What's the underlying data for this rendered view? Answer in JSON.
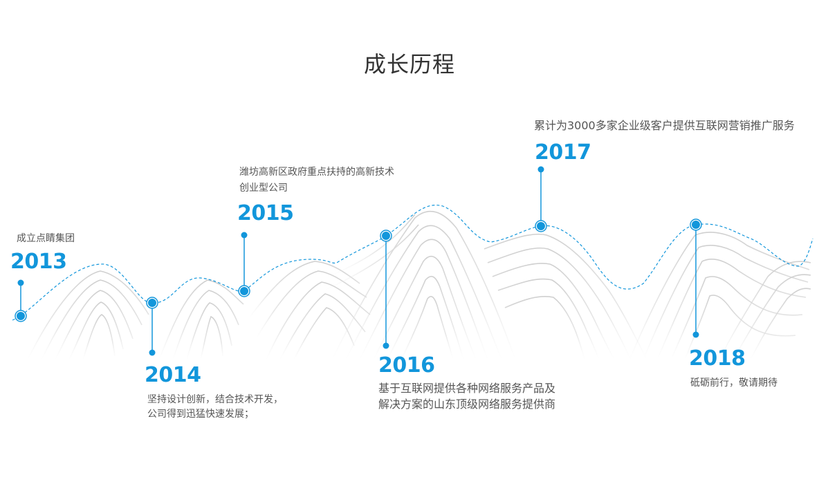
{
  "title": "成长历程",
  "accent_color": "#1296db",
  "milestones": [
    {
      "year": "2013",
      "desc_lines": [
        "成立点睛集团"
      ],
      "node": [
        30,
        457
      ],
      "pin": [
        30,
        409
      ]
    },
    {
      "year": "2014",
      "desc_lines": [
        "坚持设计创新，结合技术开发，",
        "公司得到迅猛快速发展；"
      ],
      "node": [
        220,
        438
      ],
      "pin": [
        220,
        510
      ]
    },
    {
      "year": "2015",
      "desc_lines": [
        "潍坊高新区政府重点扶持的高新技术",
        "创业型公司"
      ],
      "node": [
        353,
        421
      ],
      "pin": [
        353,
        340
      ]
    },
    {
      "year": "2016",
      "desc_lines": [
        "基于互联网提供各种网络服务产品及",
        "解决方案的山东顶级网络服务提供商"
      ],
      "node": [
        558,
        341
      ],
      "pin": [
        558,
        500
      ]
    },
    {
      "year": "2017",
      "desc_lines": [
        "累计为3000多家企业级客户提供互联网营销推广服务"
      ],
      "node": [
        782,
        327
      ],
      "pin": [
        782,
        245
      ]
    },
    {
      "year": "2018",
      "desc_lines": [
        "砥砺前行，敬请期待"
      ],
      "node": [
        1006,
        325
      ],
      "pin": [
        1006,
        484
      ]
    }
  ]
}
